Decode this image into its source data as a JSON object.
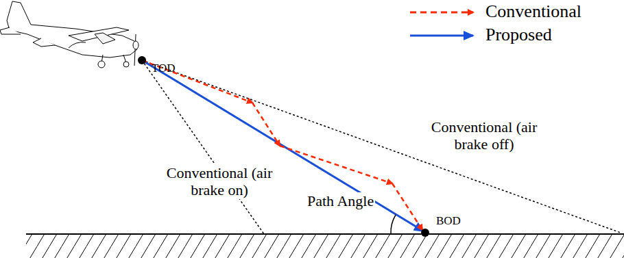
{
  "diagram": {
    "labels": [
      "TOD",
      "BOD",
      "Conventional (air brake on)",
      "Conventional (air brake off)",
      "Path Angle"
    ],
    "legend": [
      {
        "text": "Conventional"
      },
      {
        "text": "Proposed"
      }
    ]
  }
}
